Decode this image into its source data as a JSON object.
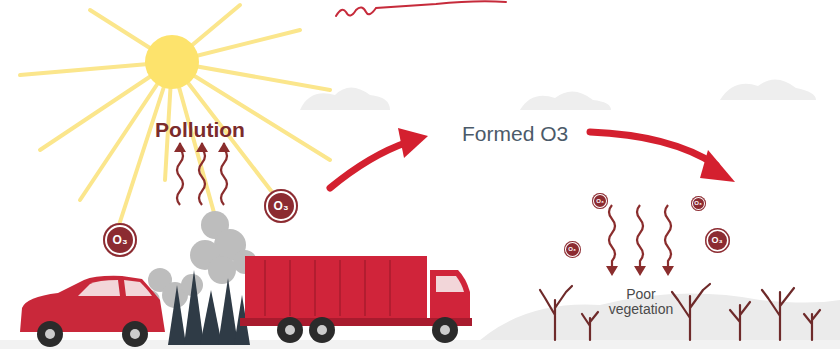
{
  "diagram": {
    "nodes": [
      {
        "text": [
          "O₃"
        ]
      },
      {
        "text": [
          "O₃"
        ]
      },
      {
        "text": [
          "O₃"
        ]
      },
      {
        "text": [
          "O₃"
        ]
      },
      {
        "text": [
          "O₃"
        ]
      },
      {
        "text": [
          "O₃"
        ]
      }
    ],
    "labels": [
      "Pollution",
      "Formed O3",
      "Poor vegetation"
    ]
  }
}
